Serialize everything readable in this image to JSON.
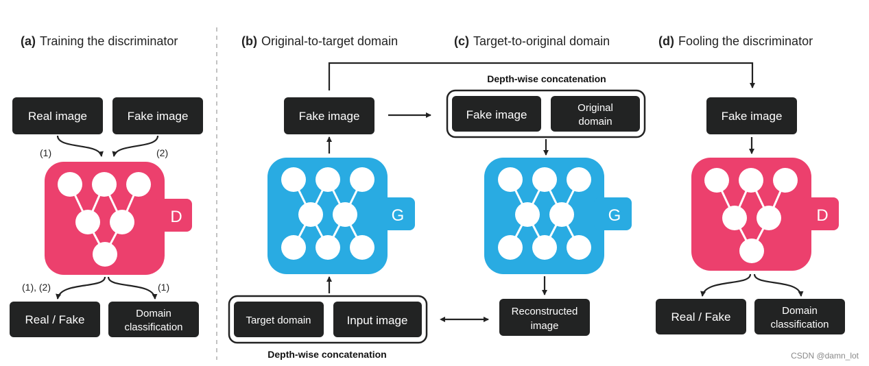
{
  "panels": {
    "a": {
      "letter": "(a)",
      "title": "Training the discriminator"
    },
    "b": {
      "letter": "(b)",
      "title": "Original-to-target domain"
    },
    "c": {
      "letter": "(c)",
      "title": "Target-to-original domain"
    },
    "d": {
      "letter": "(d)",
      "title": "Fooling the discriminator"
    }
  },
  "panel_a": {
    "real_image": "Real image",
    "fake_image": "Fake image",
    "label_1": "(1)",
    "label_2": "(2)",
    "label_12": "(1), (2)",
    "label_1b": "(1)",
    "net_letter": "D",
    "real_fake": "Real / Fake",
    "domain_cls_line1": "Domain",
    "domain_cls_line2": "classification"
  },
  "panel_b": {
    "fake_image": "Fake image",
    "net_letter": "G",
    "target_domain": "Target domain",
    "input_image": "Input image",
    "concat_label": "Depth-wise concatenation"
  },
  "panel_c": {
    "concat_label": "Depth-wise concatenation",
    "fake_image": "Fake image",
    "original_domain_line1": "Original",
    "original_domain_line2": "domain",
    "net_letter": "G",
    "reconstructed_line1": "Reconstructed",
    "reconstructed_line2": "image"
  },
  "panel_d": {
    "fake_image": "Fake image",
    "net_letter": "D",
    "real_fake": "Real / Fake",
    "domain_cls_line1": "Domain",
    "domain_cls_line2": "classification"
  },
  "watermark": "CSDN @damn_lot",
  "colors": {
    "discriminator": "#ec406d",
    "generator": "#29abe2",
    "box": "#222323"
  }
}
